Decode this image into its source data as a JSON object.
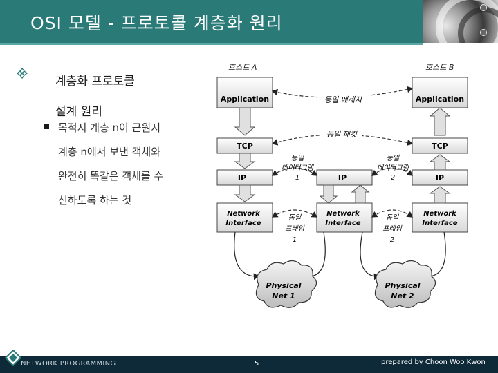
{
  "title": "OSI 모델 - 프로토콜 계층화 원리",
  "bullet_main": {
    "line1": "계층화 프로토콜",
    "line2": "설계 원리"
  },
  "bullet_sub": {
    "lines": [
      "목적지 계층 n이 근원지",
      "계층 n에서 보낸 객체와",
      "완전히 똑같은 객체를 수",
      "신하도록 하는 것"
    ]
  },
  "diagram": {
    "host_a": "호스트 A",
    "host_b": "호스트 B",
    "layers": {
      "application": "Application",
      "tcp": "TCP",
      "ip": "IP",
      "net_if_line1": "Network",
      "net_if_line2": "Interface"
    },
    "labels": {
      "same_message": "동일 메세지",
      "same_packet": "동일 패킷",
      "datagram1": [
        "동일",
        "데이터그램",
        "1"
      ],
      "datagram2": [
        "동일",
        "데이터그램",
        "2"
      ],
      "frame1": [
        "동일",
        "프레임",
        "1"
      ],
      "frame2": [
        "동일",
        "프레임",
        "2"
      ]
    },
    "net1": [
      "Physical",
      "Net 1"
    ],
    "net2": [
      "Physical",
      "Net 2"
    ]
  },
  "footer": {
    "left": "NETWORK PROGRAMMING",
    "page": "5",
    "right": "prepared by Choon Woo Kwon"
  },
  "colors": {
    "title_bar": "#2a7a78",
    "footer": "#0e2a38"
  }
}
